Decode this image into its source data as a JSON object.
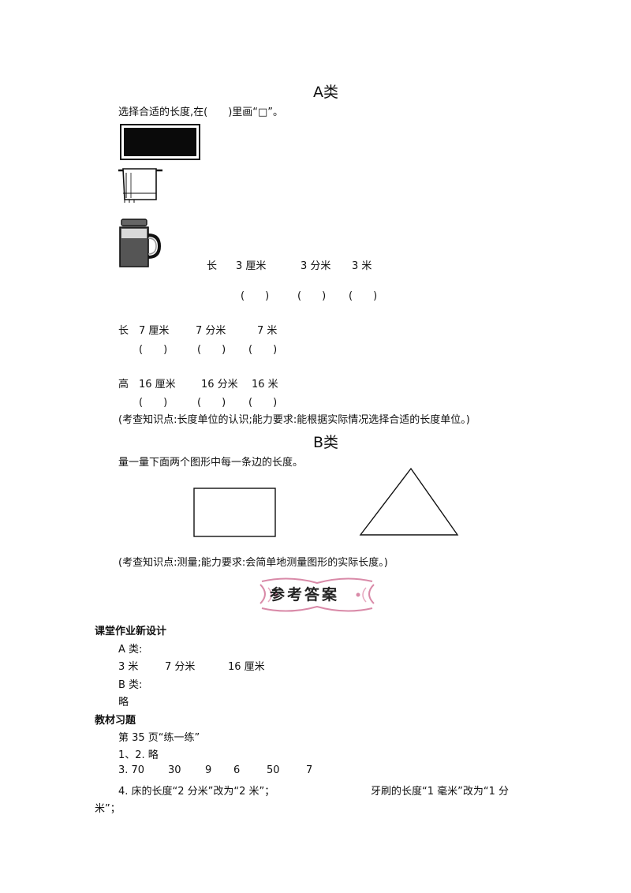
{
  "sectionA": {
    "heading": "A类",
    "instruction": "选择合适的长度,在(　　)里画“□”。",
    "item1": {
      "dim": "长",
      "options": [
        "3 厘米",
        "3 分米",
        "3 米"
      ],
      "blanks": [
        "(　　)",
        "(　　)",
        "(　　)"
      ]
    },
    "item2": {
      "dim": "长",
      "options": [
        "7 厘米",
        "7 分米",
        "7 米"
      ],
      "blanks": [
        "(　　)",
        "(　　)",
        "(　　)"
      ]
    },
    "item3": {
      "dim": "高",
      "options": [
        "16 厘米",
        "16 分米",
        "16 米"
      ],
      "blanks": [
        "(　　)",
        "(　　)",
        "(　　)"
      ]
    },
    "note": "(考查知识点:长度单位的认识;能力要求:能根据实际情况选择合适的长度单位。)"
  },
  "sectionB": {
    "heading": "B类",
    "instruction": "量一量下面两个图形中每一条边的长度。",
    "note": "(考查知识点:测量;能力要求:会简单地测量图形的实际长度。)"
  },
  "answerBanner": "参考答案",
  "answers": {
    "title1": "课堂作业新设计",
    "aLabel": "A 类:",
    "aValues": [
      "3 米",
      "7 分米",
      "16 厘米"
    ],
    "bLabel": "B 类:",
    "bValue": "略",
    "title2": "教材习题",
    "page": "第 35 页“练一练”",
    "line12": "1、2. 略",
    "line3": [
      "3. 70",
      "30",
      "9",
      "6",
      "50",
      "7"
    ],
    "line4a": "4. 床的长度“2 分米”改为“2 米”；",
    "line4b": "牙刷的长度“1 毫米”改为“1 分",
    "line4c": "米”；"
  }
}
